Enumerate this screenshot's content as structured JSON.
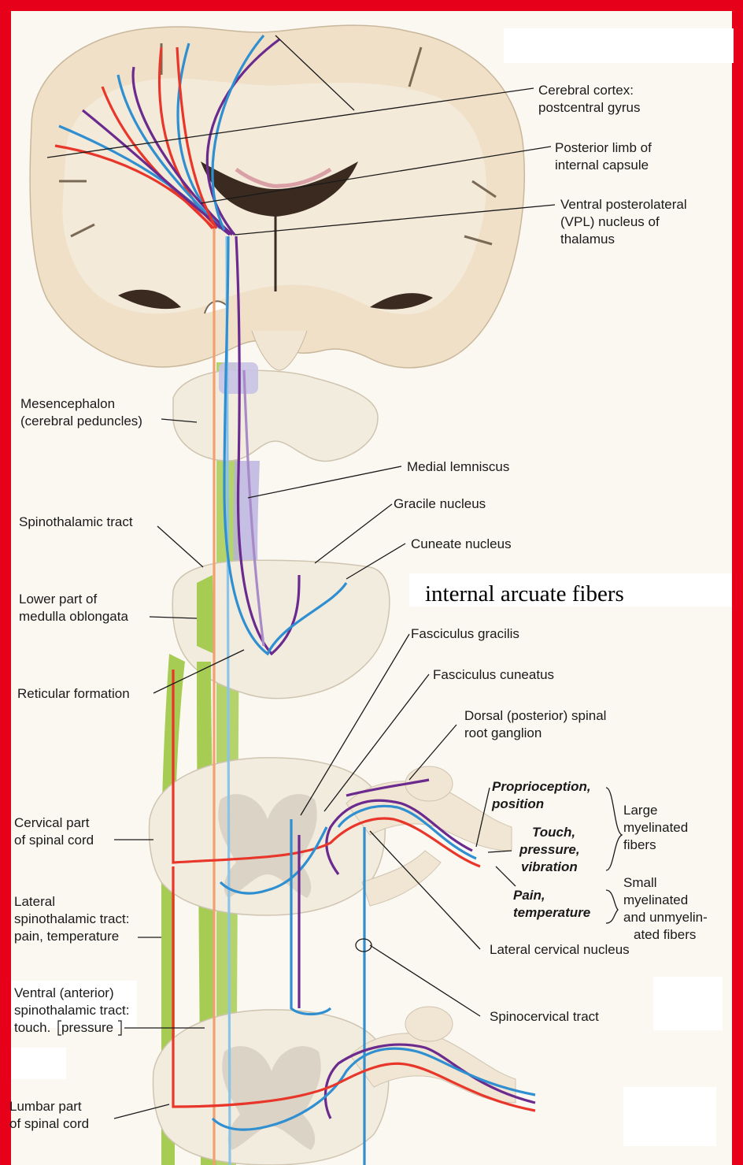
{
  "labels": {
    "cerebral_cortex": [
      "Cerebral cortex:",
      "postcentral gyrus"
    ],
    "posterior_limb": [
      "Posterior limb of",
      "internal capsule"
    ],
    "vpl": [
      "Ventral posterolateral",
      "(VPL) nucleus of",
      "thalamus"
    ],
    "mesencephalon": [
      "Mesencephalon",
      "(cerebral peduncles)"
    ],
    "medial_lemniscus": "Medial lemniscus",
    "spinothalamic_tract": "Spinothalamic tract",
    "gracile_nucleus": "Gracile nucleus",
    "cuneate_nucleus": "Cuneate nucleus",
    "internal_arcuate": "internal arcuate fibers",
    "lower_medulla": [
      "Lower part of",
      "medulla oblongata"
    ],
    "fasciculus_gracilis": "Fasciculus gracilis",
    "fasciculus_cuneatus": "Fasciculus cuneatus",
    "reticular_formation": "Reticular formation",
    "dorsal_root_ganglion": [
      "Dorsal (posterior) spinal",
      "root ganglion"
    ],
    "proprioception": [
      "Proprioception,",
      "position"
    ],
    "touch": [
      "Touch,",
      "pressure,",
      "vibration"
    ],
    "large_fibers": [
      "Large",
      "myelinated",
      "fibers"
    ],
    "cervical_cord": [
      "Cervical part",
      "of spinal cord"
    ],
    "pain": [
      "Pain,",
      "temperature"
    ],
    "small_fibers": [
      "Small",
      "myelinated",
      "and unmyelin-",
      "ated fibers"
    ],
    "lateral_spinothalamic": [
      "Lateral",
      "spinothalamic tract:",
      "pain, temperature"
    ],
    "lateral_cervical_nucleus": "Lateral cervical nucleus",
    "ventral_spinothalamic": [
      "Ventral (anterior)",
      "spinothalamic tract:",
      "touch.",
      "pressure"
    ],
    "spinocervical_tract": "Spinocervical tract",
    "lumbar_cord": [
      "Lumbar part",
      "of spinal cord"
    ]
  },
  "colors": {
    "frame": "#e6001a",
    "pain_temperature": "#e8372a",
    "touch_pressure": "#2f8fd0",
    "proprioception": "#6a2a8e",
    "spinothalamic_green": "#a7cc53"
  }
}
